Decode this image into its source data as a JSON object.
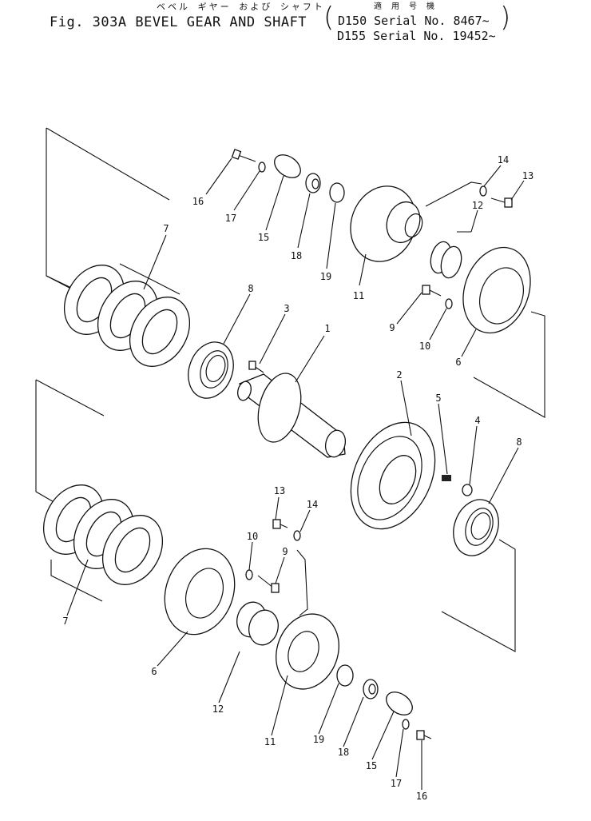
{
  "header": {
    "japanese_title": "ベベル ギヤー および シャフト",
    "figure_title": "Fig. 303A BEVEL GEAR AND SHAFT",
    "applicability_label": "適 用 号 機",
    "serial_1": "D150 Serial No. 8467~",
    "serial_2": "D155 Serial No. 19452~"
  },
  "callouts": {
    "c1": "1",
    "c2": "2",
    "c3": "3",
    "c4": "4",
    "c5": "5",
    "c6a": "6",
    "c6b": "6",
    "c7a": "7",
    "c7b": "7",
    "c8a": "8",
    "c8b": "8",
    "c9a": "9",
    "c9b": "9",
    "c10a": "10",
    "c10b": "10",
    "c11a": "11",
    "c11b": "11",
    "c12a": "12",
    "c12b": "12",
    "c13a": "13",
    "c13b": "13",
    "c14a": "14",
    "c14b": "14",
    "c15a": "15",
    "c15b": "15",
    "c16a": "16",
    "c16b": "16",
    "c17a": "17",
    "c17b": "17",
    "c18a": "18",
    "c18b": "18",
    "c19a": "19",
    "c19b": "19"
  }
}
